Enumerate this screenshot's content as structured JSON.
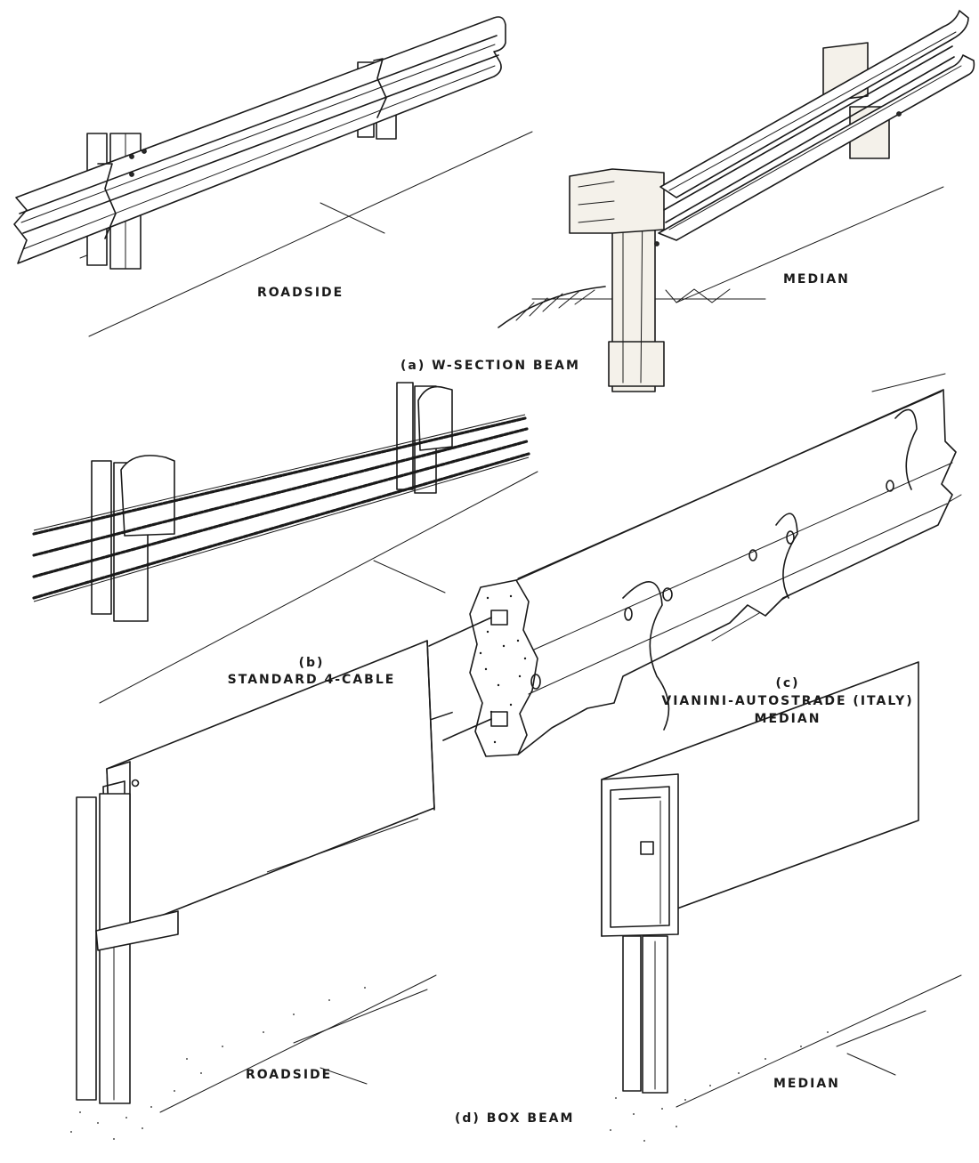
{
  "figure": {
    "panels": [
      {
        "id": "a",
        "caption": "(a)  W-SECTION BEAM",
        "views": [
          {
            "label": "ROADSIDE"
          },
          {
            "label": "MEDIAN"
          }
        ]
      },
      {
        "id": "b",
        "caption_line1": "(b)",
        "caption_line2": "STANDARD 4-CABLE"
      },
      {
        "id": "c",
        "caption_line1": "(c)",
        "caption_line2": "VIANINI-AUTOSTRADE (ITALY)",
        "caption_line3": "MEDIAN"
      },
      {
        "id": "d",
        "caption": "(d)  BOX BEAM",
        "views": [
          {
            "label": "ROADSIDE"
          },
          {
            "label": "MEDIAN"
          }
        ]
      }
    ]
  }
}
